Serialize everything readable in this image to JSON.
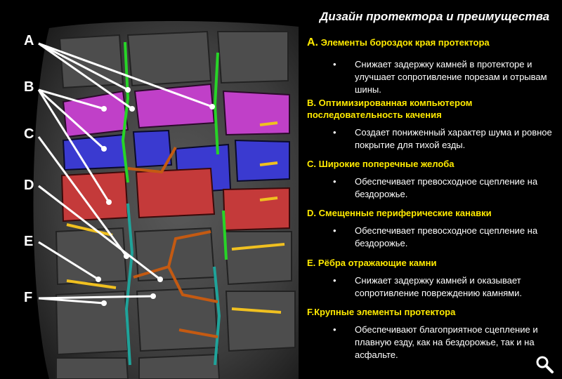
{
  "panel": {
    "title": "Дизайн протектора и преимущества"
  },
  "labels": [
    "A",
    "B",
    "C",
    "D",
    "E",
    "F"
  ],
  "features": [
    {
      "letter": "A.",
      "title": "Элементы бороздок края протектора",
      "desc": "Снижает задержку камней в протекторе и улучшает сопротивление порезам и отрывам шины."
    },
    {
      "letter": "B.",
      "title": "Оптимизированная компьютером последовательность качения",
      "desc": "Создает пониженный характер шума и ровное покрытие для тихой езды."
    },
    {
      "letter": "C.",
      "title": "Широкие поперечные желоба",
      "desc": "Обеспечивает превосходное сцепление на бездорожье."
    },
    {
      "letter": "D.",
      "title": "Смещенные периферические канавки",
      "desc": "Обеспечивает превосходное сцепление на бездорожье."
    },
    {
      "letter": "E.",
      "title": "Рёбра отражающие камни",
      "desc": "Снижает задержку камней и оказывает сопротивление повреждению камнями."
    },
    {
      "letter": "F.",
      "title": "Крупные элементы протектора",
      "desc": "Обеспечивают благоприятное сцепление и плавную езду, как на бездорожье, так и на асфальте."
    }
  ],
  "bullet": "•",
  "colors": {
    "heading": "#ffea00",
    "zone_b_magenta": "#c040c8",
    "zone_b_blue": "#3a3ad0",
    "zone_c_red": "#c43a3a",
    "groove_green": "#27d427",
    "groove_teal": "#1fa39a",
    "groove_orange": "#c45a12",
    "rib_yellow": "#f0c020"
  },
  "icons": {
    "zoom": "magnifier-icon"
  }
}
